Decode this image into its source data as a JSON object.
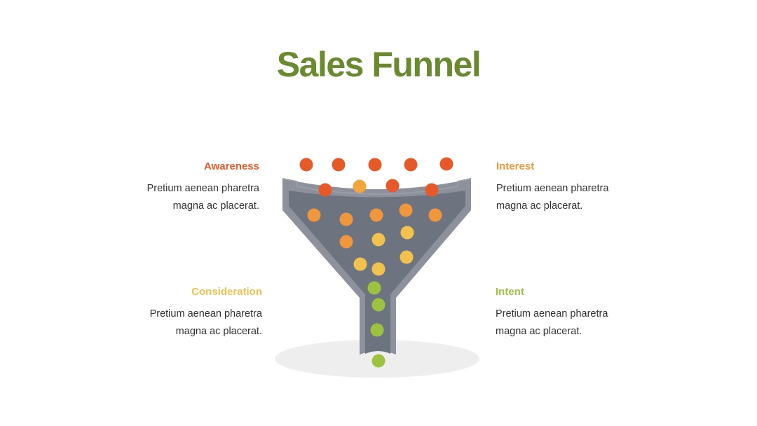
{
  "title": "Sales Funnel",
  "colors": {
    "title": "#6a8a2f",
    "awareness": "#e8592a",
    "interest": "#f0963c",
    "consideration": "#f2c14e",
    "intent": "#9dc23f",
    "funnel_body": "#6e7380",
    "funnel_rim": "#8d919c",
    "shadow": "#eeeeee"
  },
  "stages": {
    "awareness": {
      "heading": "Awareness",
      "line1": "Pretium aenean pharetra",
      "line2": "magna ac placerat."
    },
    "interest": {
      "heading": "Interest",
      "line1": "Pretium aenean pharetra",
      "line2": "magna ac placerat."
    },
    "consideration": {
      "heading": "Consideration",
      "line1": "Pretium aenean pharetra",
      "line2": "magna ac placerat."
    },
    "intent": {
      "heading": "Intent",
      "line1": "Pretium aenean pharetra",
      "line2": "magna ac placerat."
    }
  }
}
